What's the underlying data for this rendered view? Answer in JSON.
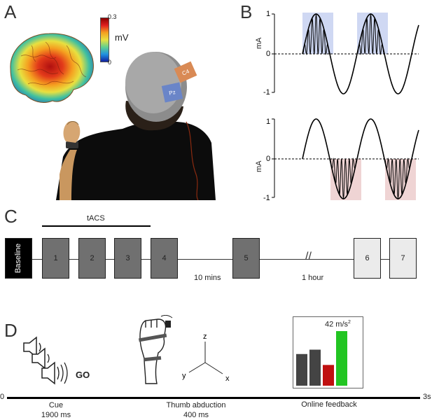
{
  "panels": {
    "a": "A",
    "b": "B",
    "c": "C",
    "d": "D"
  },
  "panel_a": {
    "colorbar_max": "0.3",
    "colorbar_min": "0",
    "colorbar_unit": "mV",
    "electrode_1": "C4",
    "electrode_2": "Pz"
  },
  "panel_b": {
    "top_ylabel": "mA",
    "bottom_ylabel": "mA",
    "top_ticks": [
      "1",
      "0",
      "-1"
    ],
    "bottom_ticks": [
      "1",
      "0",
      "-1"
    ],
    "colors": {
      "top_window": "#cfd8f3",
      "bottom_window": "#efd4d4"
    }
  },
  "panel_c": {
    "tacs_label": "tACS",
    "baseline_label": "Baseline",
    "blocks": [
      "1",
      "2",
      "3",
      "4",
      "5",
      "6",
      "7"
    ],
    "interval_1": "10 mins",
    "interval_2": "1 hour"
  },
  "panel_d": {
    "go_label": "GO",
    "axis_z": "z",
    "axis_y": "y",
    "axis_x": "x",
    "feedback_value": "42 m/s",
    "feedback_exponent": "2",
    "timeline_start": "0",
    "timeline_end": "3s",
    "cue_label": "Cue",
    "cue_duration": "1900 ms",
    "thumb_label": "Thumb abduction",
    "thumb_duration": "400 ms",
    "feedback_label": "Online feedback",
    "feedback_bars": [
      {
        "value": 0.58,
        "color": "#444444"
      },
      {
        "value": 0.66,
        "color": "#444444"
      },
      {
        "value": 0.38,
        "color": "#c01010"
      },
      {
        "value": 1.0,
        "color": "#22c522"
      }
    ]
  }
}
